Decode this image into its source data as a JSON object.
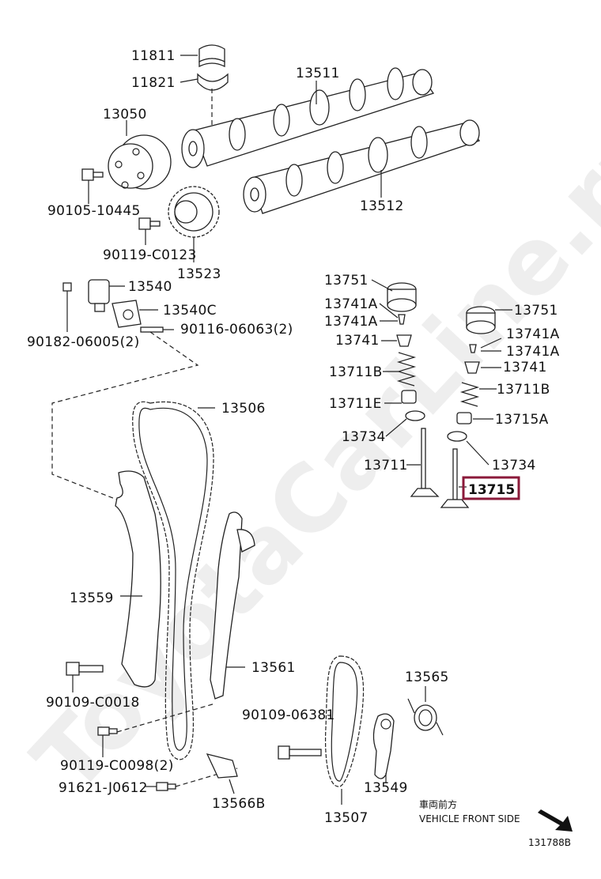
{
  "watermark": "ToyotaCarLine.ru",
  "highlight_color": "#8b1a3a",
  "labels": {
    "p11811": "11811",
    "p11821": "11821",
    "p13050": "13050",
    "p13511": "13511",
    "p13512": "13512",
    "p90105": "90105-10445",
    "p90119a": "90119-C0123",
    "p13523": "13523",
    "p13540": "13540",
    "p13540C": "13540C",
    "p90182": "90182-06005(2)",
    "p90116": "90116-06063(2)",
    "p13751a": "13751",
    "p13741Aa": "13741A",
    "p13741Ab": "13741A",
    "p13741a": "13741",
    "p13711B_a": "13711B",
    "p13711E": "13711E",
    "p13734a": "13734",
    "p13711": "13711",
    "p13751b": "13751",
    "p13741Ac": "13741A",
    "p13741Ad": "13741A",
    "p13741b": "13741",
    "p13711B_b": "13711B",
    "p13715A": "13715A",
    "p13734b": "13734",
    "p13715": "13715",
    "p13506": "13506",
    "p13559": "13559",
    "p13561": "13561",
    "p90109a": "90109-C0018",
    "p90109b": "90109-06381",
    "p90119b": "90119-C0098(2)",
    "p91621": "91621-J0612",
    "p13566B": "13566B",
    "p13565": "13565",
    "p13549": "13549",
    "p13507": "13507"
  },
  "direction": {
    "jp": "車両前方",
    "en": "VEHICLE FRONT SIDE"
  },
  "figure_code": "131788B"
}
